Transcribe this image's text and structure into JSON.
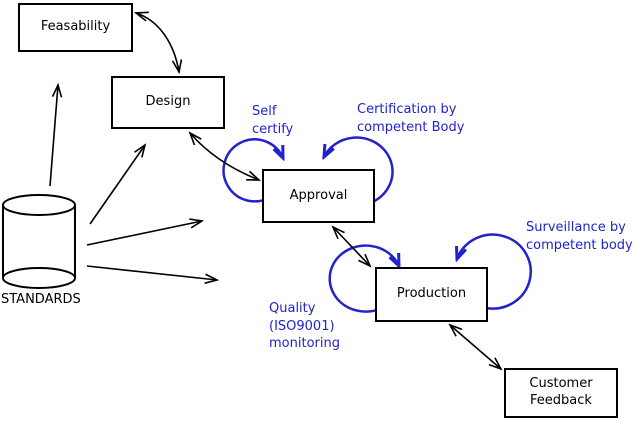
{
  "diagram": {
    "nodes": {
      "feasability": {
        "label": "Feasability"
      },
      "design": {
        "label": "Design"
      },
      "approval": {
        "label": "Approval"
      },
      "production": {
        "label": "Production"
      },
      "customer_feedback": {
        "label": "Customer\nFeedback"
      },
      "standards": {
        "label": "STANDARDS",
        "shape": "cylinder"
      }
    },
    "annotations": {
      "self_certify": "Self\ncertify",
      "certification": "Certification by\ncompetent Body",
      "surveillance": "Surveillance by\ncompetent body",
      "quality": "Quality\n(ISO9001)\nmonitoring"
    },
    "edges": [
      {
        "from": "standards",
        "to": "feasability",
        "style": "single-arrow"
      },
      {
        "from": "standards",
        "to": "design",
        "style": "single-arrow"
      },
      {
        "from": "standards",
        "to": "approval",
        "style": "single-arrow"
      },
      {
        "from": "standards",
        "to": "production",
        "style": "single-arrow"
      },
      {
        "from": "feasability",
        "to": "design",
        "style": "double-arrow"
      },
      {
        "from": "design",
        "to": "approval",
        "style": "double-arrow"
      },
      {
        "from": "approval",
        "to": "production",
        "style": "double-arrow"
      },
      {
        "from": "production",
        "to": "customer_feedback",
        "style": "double-arrow"
      },
      {
        "node": "approval",
        "loop": "self_certify"
      },
      {
        "node": "approval",
        "loop": "certification"
      },
      {
        "node": "production",
        "loop": "quality"
      },
      {
        "node": "production",
        "loop": "surveillance"
      }
    ],
    "colors": {
      "line": "#000000",
      "loop_and_annotation": "#2222cc",
      "background": "#ffffff"
    }
  }
}
